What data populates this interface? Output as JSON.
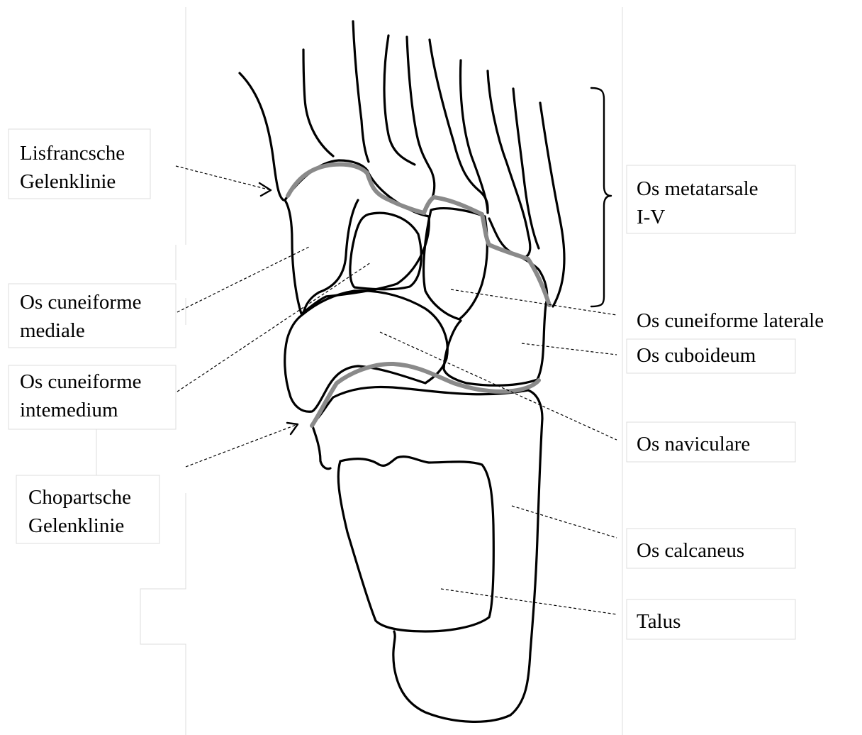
{
  "labels": {
    "lisfranc": [
      "Lisfrancsche",
      "Gelenklinie"
    ],
    "cuneiforme_mediale": [
      "Os cuneiforme",
      "mediale"
    ],
    "cuneiforme_intermedium": [
      "Os cuneiforme",
      "intemedium"
    ],
    "chopart": [
      "Chopartsche",
      "Gelenklinie"
    ],
    "metatarsale": [
      "Os metatarsale",
      "I-V"
    ],
    "cuneiforme_laterale": "Os cuneiforme laterale",
    "cuboideum": "Os cuboideum",
    "naviculare": "Os naviculare",
    "calcaneus": "Os calcaneus",
    "talus": "Talus"
  },
  "colors": {
    "outline": "#000000",
    "joint_line": "#8a8a8a",
    "frame": "#dcdcdc"
  }
}
